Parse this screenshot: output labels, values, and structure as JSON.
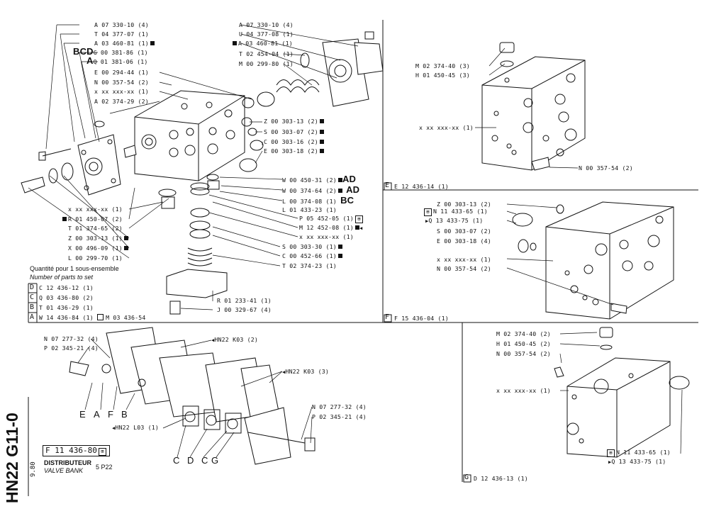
{
  "sheet": {
    "code_vertical": "HN22 G11-0",
    "date_vertical": "9.80",
    "doc_ref": "F 11 436-80",
    "title_fr": "DISTRIBUTEUR",
    "title_en": "VALVE BANK",
    "model": "5 P22"
  },
  "main_labels": [
    {
      "text": "A 07 330-10 (4)"
    },
    {
      "text": "T 04 377-07 (1)"
    },
    {
      "text": "A 03 460-81 (1)",
      "mark": "square"
    },
    {
      "text": "G 00 381-86 (1)",
      "prefix": "BCD"
    },
    {
      "text": "Q 01 381-06 (1)",
      "prefix": "A"
    },
    {
      "text": "E 00 294-44 (1)"
    },
    {
      "text": "N 00 357-54 (2)"
    },
    {
      "text": "x xx xxx-xx (1)"
    },
    {
      "text": "A 02 374-29 (2)"
    }
  ],
  "main_top_right": [
    {
      "text": "A 07 330-10 (4)"
    },
    {
      "text": "U 04 377-08 (1)"
    },
    {
      "text": "A 03 460-81 (1)",
      "mark": "square-before"
    },
    {
      "text": "T 02 454-04 (1)"
    },
    {
      "text": "M 00 299-80 (1)"
    }
  ],
  "main_right": [
    {
      "text": "Z 00 303-13 (2)"
    },
    {
      "text": "S 00 303-07 (2)"
    },
    {
      "text": "C 00 303-16 (2)"
    },
    {
      "text": "E 00 303-18 (2)"
    },
    {
      "text": "W 00 450-31 (2)",
      "suffix": "AD"
    },
    {
      "text": "W 00 374-64 (2)",
      "suffix": "AD"
    },
    {
      "text": "L 00 374-08 (1)",
      "suffix": "BC"
    },
    {
      "text": "L 01 433-23 (1)"
    },
    {
      "text": "P 05 452-05 (1)"
    },
    {
      "text": "M 12 452-08 (1)"
    },
    {
      "text": "x xx xxx-xx (1)"
    },
    {
      "text": "S 00 303-30 (1)"
    },
    {
      "text": "C 00 452-66 (1)"
    },
    {
      "text": "T 02 374-23 (1)"
    },
    {
      "text": "R 01 233-41 (1)"
    },
    {
      "text": "J 00 329-67 (4)"
    }
  ],
  "main_left": [
    {
      "text": "x xx xxx-xx (1)"
    },
    {
      "text": "R 01 450-07 (2)"
    },
    {
      "text": "T 01 374-65 (2)"
    },
    {
      "text": "Z 00 303-13 (1)"
    },
    {
      "text": "X 00 496-09 (1)"
    },
    {
      "text": "L 00 299-70 (1)"
    }
  ],
  "qty_note": {
    "fr": "Quantité pour 1 sous-ensemble",
    "en": "Number of parts to set"
  },
  "subsets": [
    {
      "letter": "D",
      "text": "C 12 436-12 (1)"
    },
    {
      "letter": "C",
      "text": "Q 03 436-80 (2)"
    },
    {
      "letter": "B",
      "text": "T 01 436-29 (1)"
    },
    {
      "letter": "A",
      "text": "W 14 436-84 (1)",
      "extra": "M 03 436-54"
    }
  ],
  "panel_e": {
    "labels": [
      "M 02 374-40 (3)",
      "H 01 450-45 (3)",
      "x xx xxx-xx (1)",
      "N 00 357-54 (2)"
    ],
    "letter": "E",
    "ref": "E 12 436-14 (1)"
  },
  "panel_f": {
    "labels": [
      "Z 00 303-13 (2)",
      "N 11 433-65 (1)",
      "Q 13 433-75 (1)",
      "S 00 303-07 (2)",
      "E 00 303-18 (4)",
      "x xx xxx-xx (1)",
      "N 00 357-54 (2)"
    ],
    "letter": "F",
    "ref": "F 15 436-04 (1)"
  },
  "panel_g": {
    "labels": [
      "M 02 374-40 (2)",
      "H 01 450-45 (2)",
      "N 00 357-54 (2)",
      "x xx xxx-xx (1)",
      "N 11 433-65 (1)",
      "Q 13 433-75 (1)"
    ],
    "letter": "G",
    "ref": "D 12 436-13 (1)"
  },
  "assembly": {
    "labels_left": [
      "N 07 277-32 (4)",
      "P 02 345-21 (4)"
    ],
    "labels_right": [
      "N 07 277-32 (4)",
      "P 02 345-21 (4)"
    ],
    "hn1": "HN22 K03 (2)",
    "hn2": "HN22 K03 (3)",
    "hn3": "HN22 L03 (1)",
    "letters_top": [
      "E",
      "A",
      "F",
      "B"
    ],
    "letters_bottom": [
      "C",
      "D",
      "C",
      "G"
    ]
  }
}
